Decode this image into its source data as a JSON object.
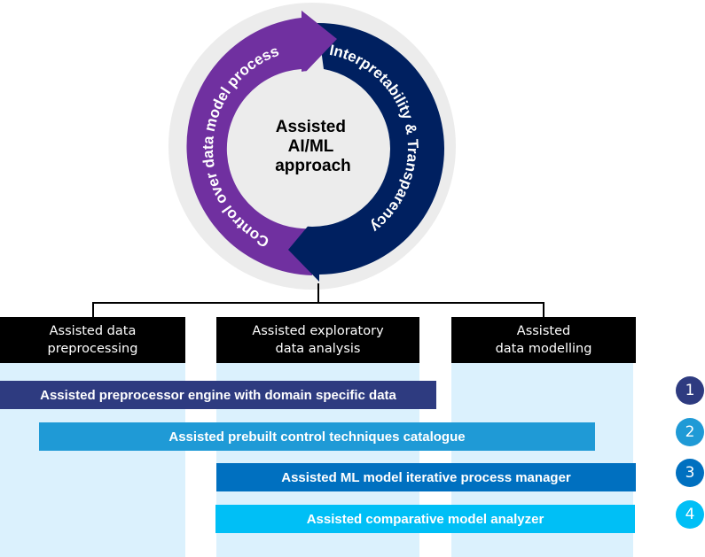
{
  "cycle": {
    "center_label_lines": [
      "Assisted",
      "AI/ML",
      "approach"
    ],
    "left_arc_label": "Control over data model process",
    "right_arc_label": "Interpretability & Transparency",
    "colors": {
      "disc": "#ececec",
      "left_arc": "#7030a0",
      "right_arc": "#002060"
    }
  },
  "columns": [
    {
      "label": "Assisted data\npreprocessing"
    },
    {
      "label": "Assisted exploratory\ndata analysis"
    },
    {
      "label": "Assisted\ndata modelling"
    }
  ],
  "bars": [
    {
      "number": "1",
      "label": "Assisted preprocessor engine with domain specific data",
      "color": "#2e3b80",
      "spans_columns": [
        1,
        2
      ]
    },
    {
      "number": "2",
      "label": "Assisted prebuilt control techniques catalogue",
      "color": "#1f9ad6",
      "spans_columns": [
        1,
        2,
        3
      ]
    },
    {
      "number": "3",
      "label": "Assisted ML model iterative process manager",
      "color": "#0070c0",
      "spans_columns": [
        2,
        3
      ]
    },
    {
      "number": "4",
      "label": "Assisted comparative model analyzer",
      "color": "#00bff6",
      "spans_columns": [
        2,
        3
      ]
    }
  ],
  "badge_colors": [
    "#2e3b80",
    "#1f9ad6",
    "#0070c0",
    "#00bff6"
  ]
}
